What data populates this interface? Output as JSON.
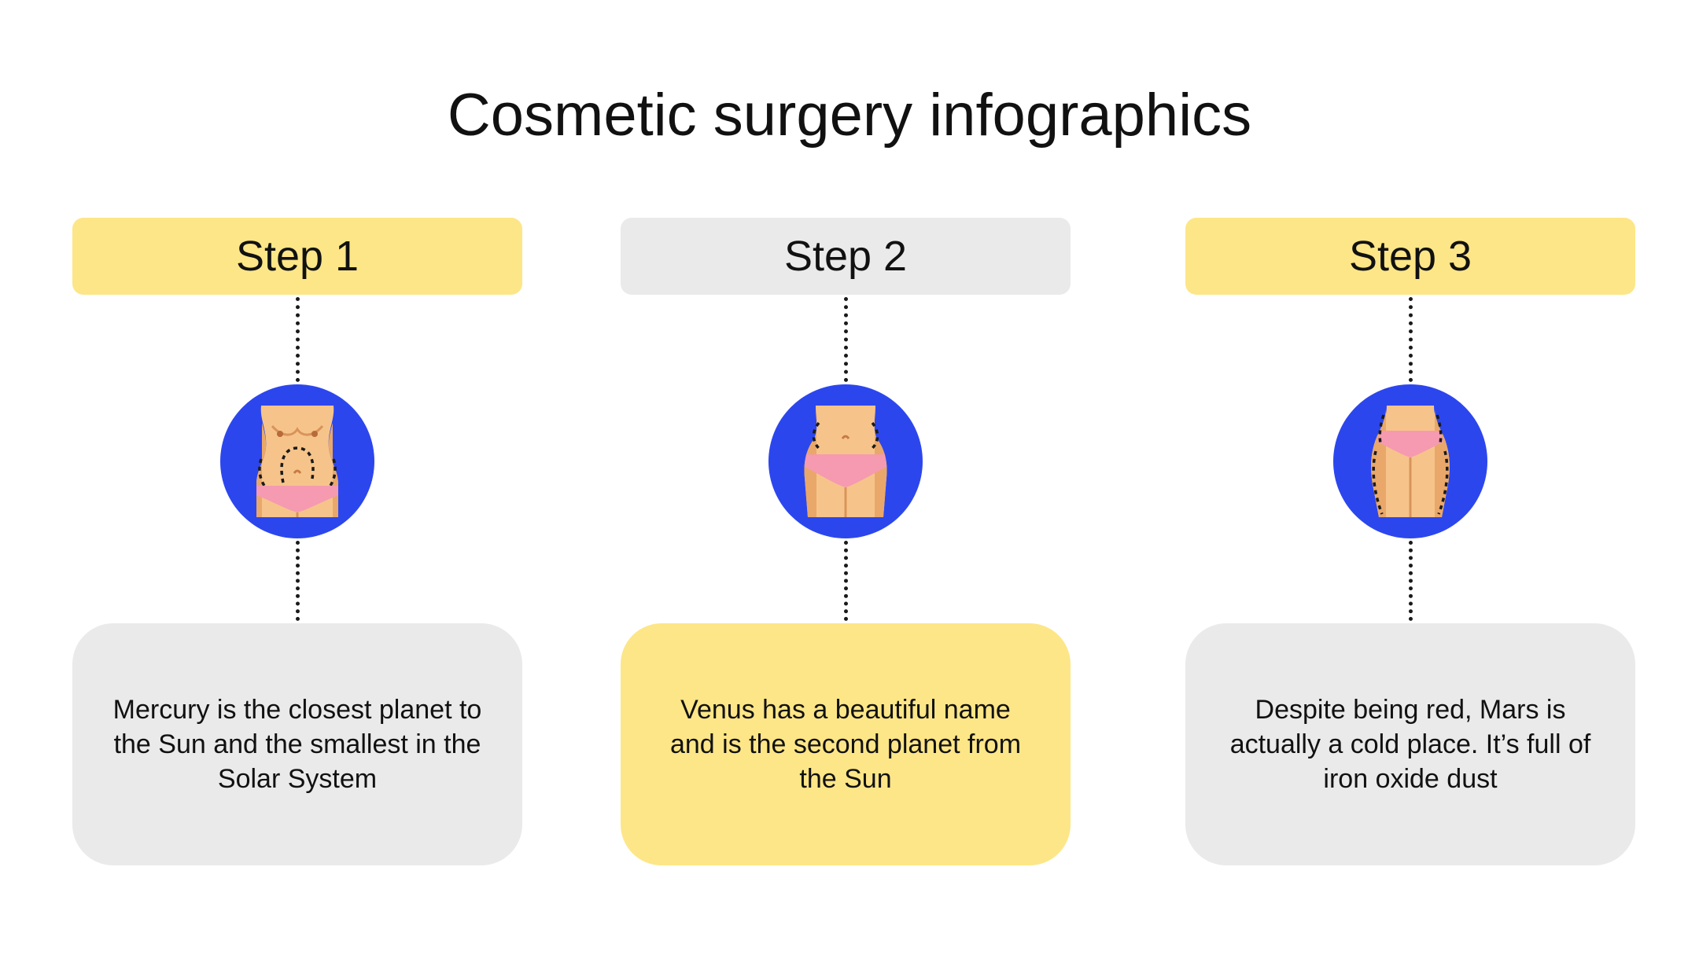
{
  "title": "Cosmetic surgery infographics",
  "colors": {
    "yellow": "#fde687",
    "gray": "#ebeaea",
    "circle": "#2c46ee",
    "skin": "#f6c48a",
    "underwear": "#f59ab0"
  },
  "steps": [
    {
      "label": "Step 1",
      "header_color": "yellow",
      "card_color": "gray",
      "icon": "abdomen-liposuction-icon",
      "text": "Mercury is the closest planet to the Sun and the smallest in the Solar System"
    },
    {
      "label": "Step 2",
      "header_color": "gray",
      "card_color": "yellow",
      "icon": "waist-liposuction-icon",
      "text": "Venus has a beautiful name and is the second planet from the Sun"
    },
    {
      "label": "Step 3",
      "header_color": "yellow",
      "card_color": "gray",
      "icon": "thigh-liposuction-icon",
      "text": "Despite being red, Mars is actually a cold place. It’s full of iron oxide dust"
    }
  ]
}
